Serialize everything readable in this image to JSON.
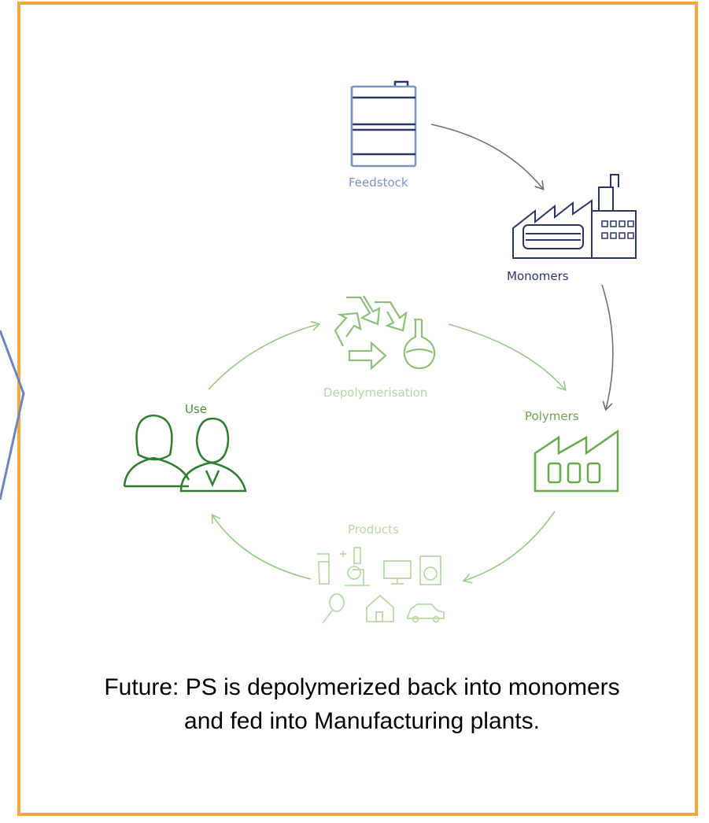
{
  "nodes": {
    "feedstock": "Feedstock",
    "monomers": "Monomers",
    "polymers": "Polymers",
    "products": "Products",
    "use": "Use",
    "depolymerisation": "Depolymerisation"
  },
  "caption": {
    "line1": "Future: PS is depolymerized back into monomers",
    "line2": "and fed into Manufacturing plants."
  },
  "colors": {
    "frame": "#f2a93b",
    "chevron": "#6e84c0",
    "feedstock": "#7f93c0",
    "monomers": "#2d3566",
    "green_dark": "#2f7d2f",
    "green_mid": "#6aa84f",
    "green_light": "#a9cf93",
    "arrow_grey": "#707070"
  }
}
